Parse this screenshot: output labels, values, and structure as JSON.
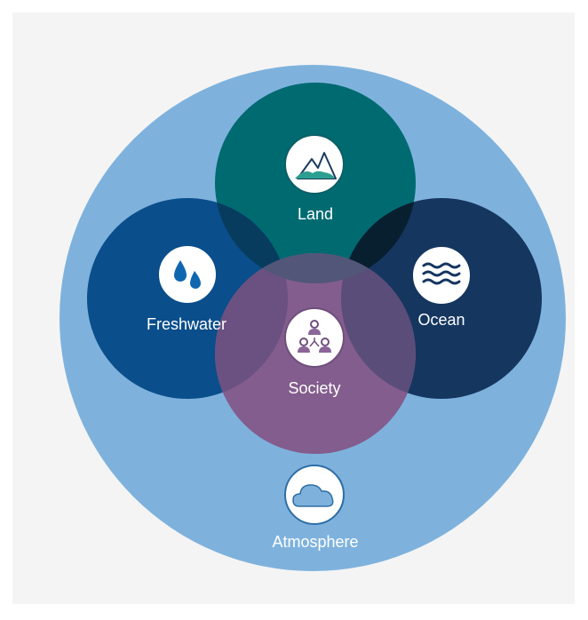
{
  "diagram": {
    "domains": [
      {
        "id": "atmosphere",
        "label": "Atmosphere",
        "icon": "cloud-icon",
        "color": "#7eb2dd"
      },
      {
        "id": "land",
        "label": "Land",
        "icon": "mountain-icon",
        "color": "#006a71"
      },
      {
        "id": "freshwater",
        "label": "Freshwater",
        "icon": "water-drops-icon",
        "color": "#0a4e8b"
      },
      {
        "id": "ocean",
        "label": "Ocean",
        "icon": "waves-icon",
        "color": "#15365f"
      },
      {
        "id": "society",
        "label": "Society",
        "icon": "people-network-icon",
        "color": "#835d8d"
      }
    ],
    "colors": {
      "background": "#f4f4f4",
      "icon_fill": "#ffffff",
      "land_overlap_freshwater": "#073c5f",
      "land_overlap_ocean": "#081f2f",
      "land_core": "#525678",
      "freshwater_overlap_society": "#6a5181",
      "ocean_overlap_society": "#5a4d79"
    }
  }
}
